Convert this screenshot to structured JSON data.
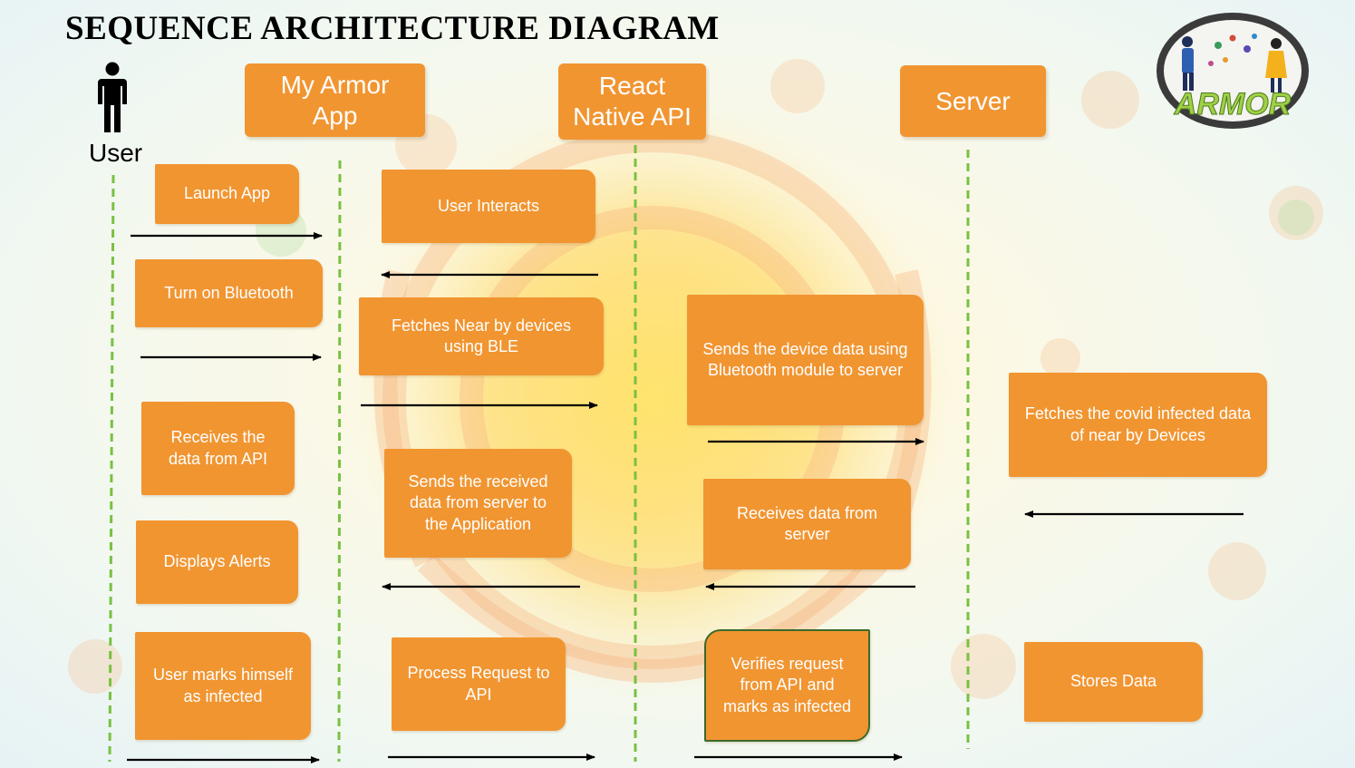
{
  "title": "SEQUENCE ARCHITECTURE DIAGRAM",
  "actor": {
    "label": "User",
    "icon": "person-icon"
  },
  "lanes": [
    {
      "id": "app",
      "label": "My Armor\nApp"
    },
    {
      "id": "api",
      "label": "React\nNative API"
    },
    {
      "id": "server",
      "label": "Server"
    }
  ],
  "messages": [
    {
      "id": "launch-app",
      "text": "Launch App"
    },
    {
      "id": "turn-on-bluetooth",
      "text": "Turn on Bluetooth"
    },
    {
      "id": "receives-data-from-api",
      "text": "Receives the data from API"
    },
    {
      "id": "displays-alerts",
      "text": "Displays Alerts"
    },
    {
      "id": "user-marks-infected",
      "text": "User marks himself as infected"
    },
    {
      "id": "user-interacts",
      "text": "User Interacts"
    },
    {
      "id": "fetches-nearby-devices",
      "text": "Fetches Near by devices using BLE"
    },
    {
      "id": "sends-received-data",
      "text": "Sends the received data from server to the Application"
    },
    {
      "id": "process-request",
      "text": "Process Request to API"
    },
    {
      "id": "sends-device-data",
      "text": "Sends the device data using Bluetooth module to server"
    },
    {
      "id": "receives-data-from-server",
      "text": "Receives data from server"
    },
    {
      "id": "verifies-request",
      "text": "Verifies request from API and marks as infected"
    },
    {
      "id": "fetches-covid-data",
      "text": "Fetches the covid infected data of near by Devices"
    },
    {
      "id": "stores-data",
      "text": "Stores Data"
    }
  ],
  "logo": {
    "text": "ARMOR",
    "icon": "armor-logo"
  },
  "colors": {
    "box": "#f19531",
    "lifeline": "#79c142",
    "arrow": "#000000"
  }
}
